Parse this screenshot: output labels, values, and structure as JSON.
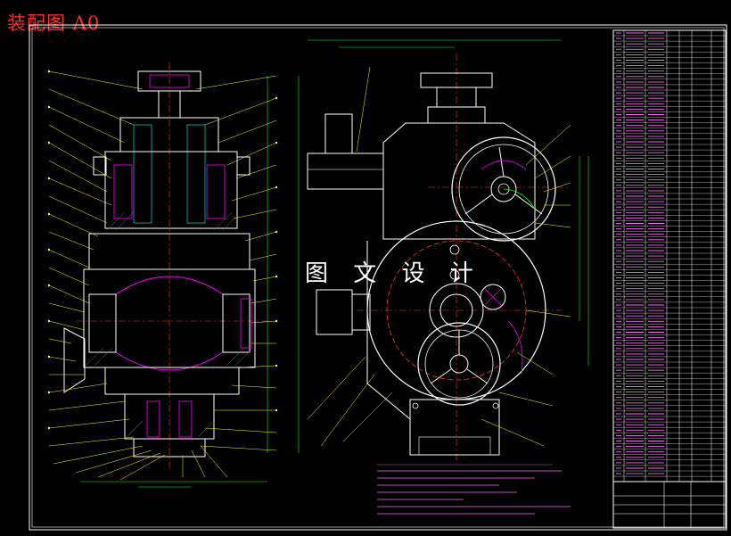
{
  "title": "装配图 A0",
  "watermark": "图 文 设 计",
  "colors": {
    "background": "#000000",
    "outline": "#ffffff",
    "dimension": "#00ff00",
    "leader": "#ffff00",
    "hatch": "#ff00ff",
    "center": "#ff3030",
    "frame": "#ffffff",
    "table": "#ff66ff",
    "note": "#ff66ff",
    "hidden": "#00ffff"
  },
  "drawing": {
    "name": "assembly-drawing",
    "views": [
      "section-view",
      "side-view",
      "parts-list",
      "title-block"
    ]
  }
}
